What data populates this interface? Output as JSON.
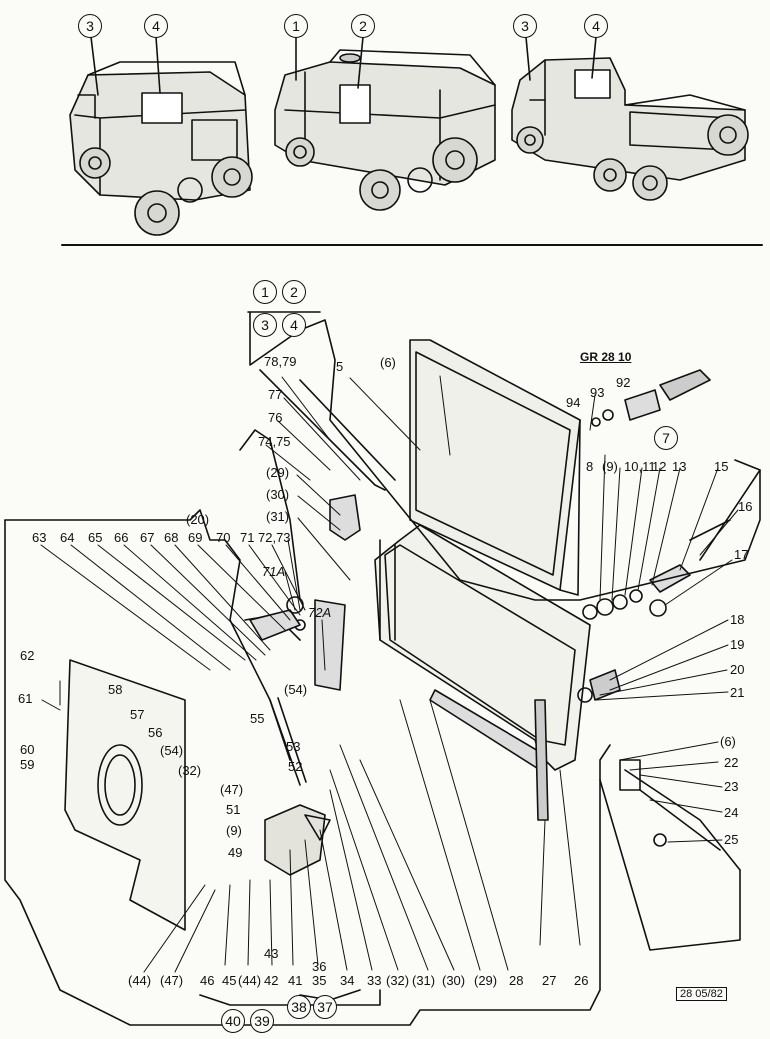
{
  "vehicle_views": {
    "view_1": {
      "badges": [
        "3",
        "4"
      ]
    },
    "view_2": {
      "badges": [
        "1",
        "2"
      ]
    },
    "view_3": {
      "badges": [
        "3",
        "4"
      ]
    }
  },
  "applicability_badges": [
    "1",
    "2",
    "3",
    "4"
  ],
  "group_reference": "GR 28 10",
  "drawing_code": "28 05/82",
  "part_callouts": [
    "78,79",
    "77",
    "76",
    "74,75",
    "(29)",
    "(30)",
    "(31)",
    "72,73",
    "71A",
    "72A",
    "5",
    "(6)",
    "94",
    "93",
    "92",
    "8",
    "(9)",
    "10,11",
    "12",
    "13",
    "15",
    "16",
    "17",
    "18",
    "19",
    "20",
    "21",
    "(6)",
    "22",
    "23",
    "24",
    "25",
    "(20)",
    "63",
    "64",
    "65",
    "66",
    "67",
    "68",
    "69",
    "70",
    "71",
    "62",
    "61",
    "58",
    "57",
    "56",
    "55",
    "(54)",
    "(54)",
    "(32)",
    "60",
    "59",
    "53",
    "52",
    "(47)",
    "51",
    "(9)",
    "49",
    "(44)",
    "(47)",
    "46",
    "45",
    "(44)",
    "42",
    "43",
    "41",
    "36",
    "35",
    "34",
    "33",
    "(32)",
    "(31)",
    "(30)",
    "(29)",
    "28",
    "27",
    "26"
  ],
  "circled_callouts": [
    "7",
    "40",
    "39",
    "38",
    "37"
  ]
}
